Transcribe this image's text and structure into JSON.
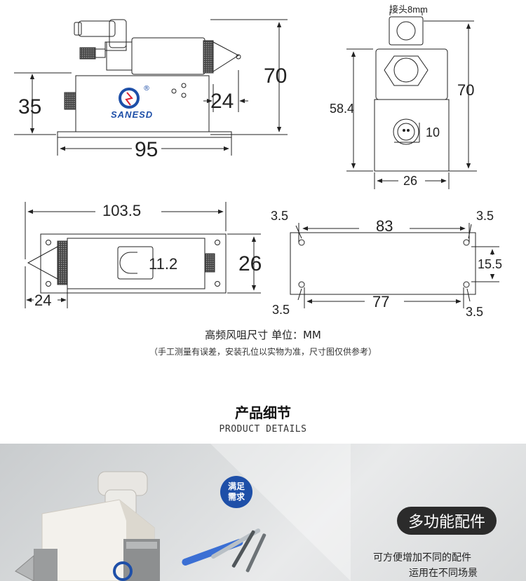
{
  "drawing": {
    "side_view": {
      "height_total": "70",
      "height_base": "35",
      "nozzle_length": "24",
      "length": "95",
      "brand": "SANESD",
      "registered_mark": "®"
    },
    "front_view": {
      "connector_label": "接头8mm",
      "width": "26",
      "height": "58.4",
      "height_total": "70",
      "port_diameter": "10"
    },
    "top_view": {
      "overall_length": "103.5",
      "width": "26",
      "nozzle_length": "24",
      "slot_dimension": "11.2"
    },
    "mount_plate": {
      "top_edge_offset_left": "3.5",
      "top_edge_offset_right": "3.5",
      "bottom_edge_offset_left": "3.5",
      "bottom_edge_offset_right": "3.5",
      "hole_spacing_top": "83",
      "hole_spacing_bottom": "77",
      "hole_spacing_vertical": "15.5"
    },
    "caption": "高频风咀尺寸 单位：MM",
    "note": "（手工测量有误差，安装孔位以实物为准，尺寸图仅供参考）"
  },
  "details": {
    "title": "产品细节",
    "subtitle": "PRODUCT DETAILS",
    "badge_line1": "满足",
    "badge_line2": "需求",
    "feature_title": "多功能配件",
    "feature_line1": "可方便增加不同的配件",
    "feature_line2": "运用在不同场景"
  },
  "colors": {
    "line": "#222222",
    "logo_blue": "#1e4fa8",
    "pill_bg": "#2b2b2b",
    "badge_blue": "#1e4fa8"
  }
}
